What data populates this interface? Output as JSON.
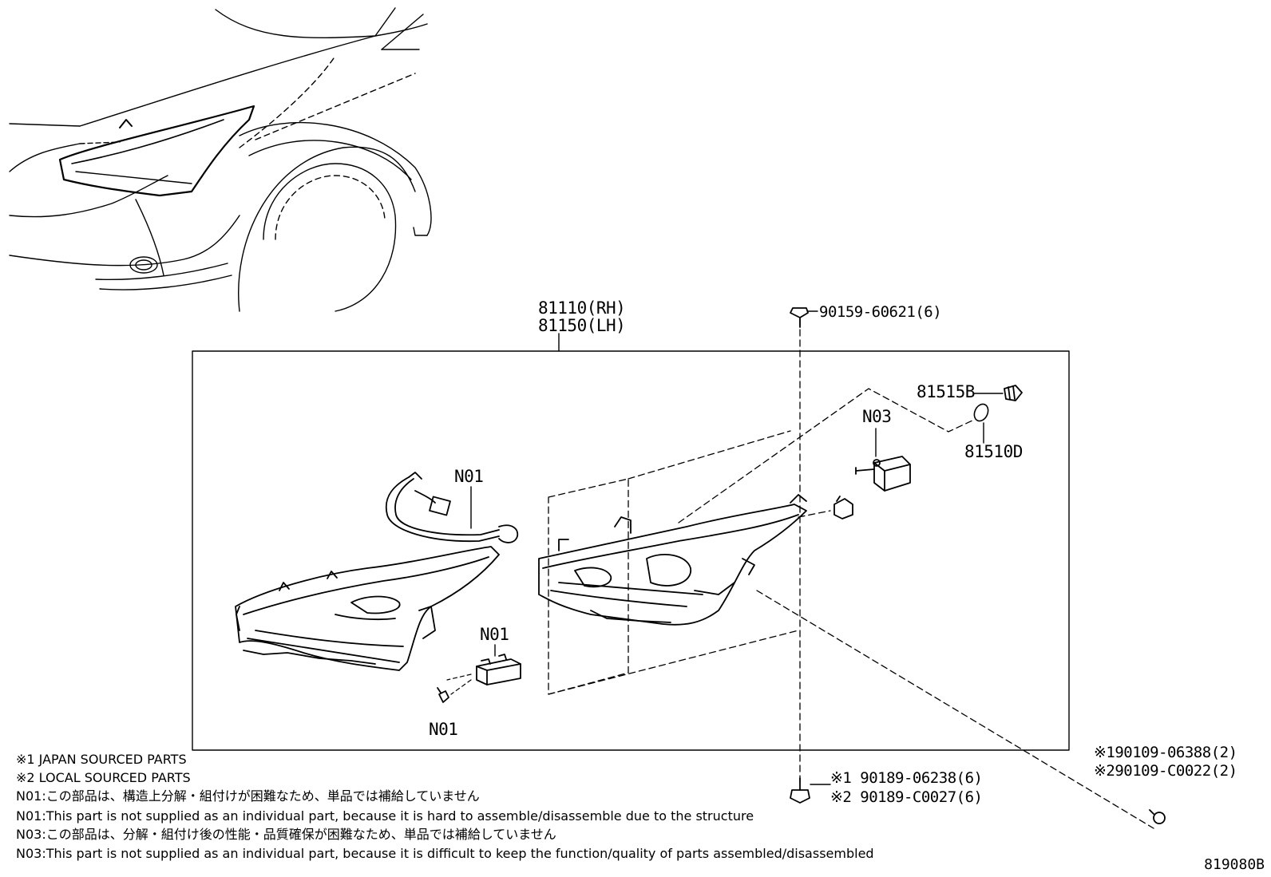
{
  "labels": {
    "assembly_rh": "81110(RH)",
    "assembly_lh": "81150(LH)",
    "screw_top": "90159-60621(6)",
    "part_81515b": "81515B",
    "part_81510d": "81510D",
    "n03": "N03",
    "n01_harness": "N01",
    "n01_module": "N01",
    "n01_screw": "N01",
    "nut_j": "※1 90189-06238(6)",
    "nut_l": "※2 90189-C0027(6)",
    "bolt_j": "※190109-06388(2)",
    "bolt_l": "※290109-C0022(2)"
  },
  "notes": [
    "※1 JAPAN SOURCED PARTS",
    "※2 LOCAL SOURCED PARTS",
    "N01:この部品は、構造上分解・組付けが困難なため、単品では補給していません",
    "N01:This part is not supplied as an individual part, because it is hard to assemble/disassemble due to the structure",
    "N03:この部品は、分解・組付け後の性能・品質確保が困難なため、単品では補給していません",
    "N03:This part is not supplied as an individual part, because it is difficult to keep the function/quality of parts assembled/disassembled"
  ],
  "figure_code": "819080B"
}
